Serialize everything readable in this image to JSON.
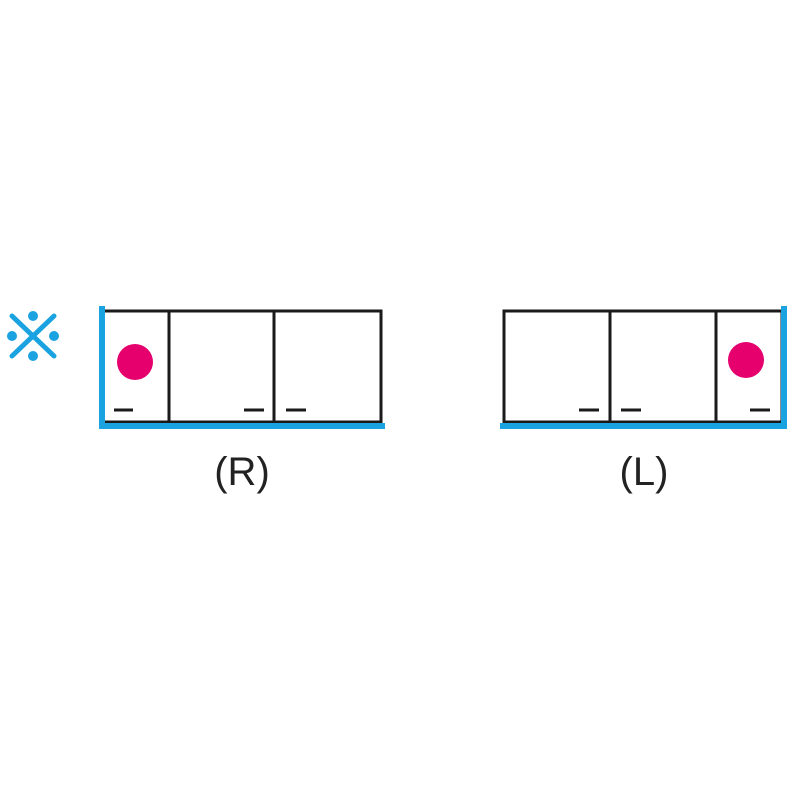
{
  "reference_mark": {
    "icon": "reference-mark-icon",
    "color": "#1aa3e0"
  },
  "colors": {
    "outline": "#1a1a1a",
    "accent_blue": "#1aa3e0",
    "dot": "#e6006e",
    "background": "#ffffff"
  },
  "units": [
    {
      "id": "right",
      "label": "(R)",
      "doors": 3,
      "marked_door": 1
    },
    {
      "id": "left",
      "label": "(L)",
      "doors": 3,
      "marked_door": 3
    }
  ]
}
